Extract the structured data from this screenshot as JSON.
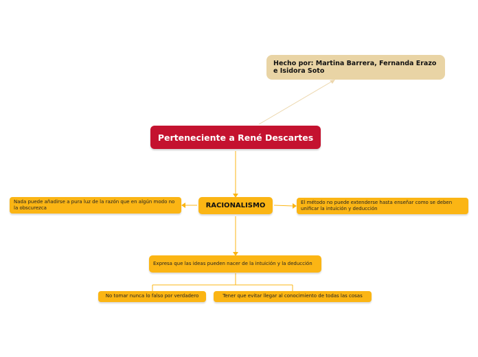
{
  "colors": {
    "title_fill": "#c4122f",
    "credit_fill": "#e9d4a5",
    "topic_fill": "#fbb514",
    "link": "#fbb514",
    "credit_link": "#ecd7ad"
  },
  "nodes": {
    "credit": "Hecho por: Martina Barrera, Fernanda Erazo e Isidora Soto",
    "title": "Perteneciente a René Descartes",
    "center": "RACIONALISMO",
    "left": "Nada puede añadirse a pura luz de la razón que en algún modo no la obscurezca",
    "right": "El método no puede extenderse hasta enseñar como se deben unificar la intuición y deducción",
    "bottom": "Expresa que las ideas pueden nacer de la intuición y la deducción",
    "sub1": "No tomar nunca lo falso por verdadero",
    "sub2": "Tener que evitar llegar al conocimiento de todas las cosas"
  }
}
